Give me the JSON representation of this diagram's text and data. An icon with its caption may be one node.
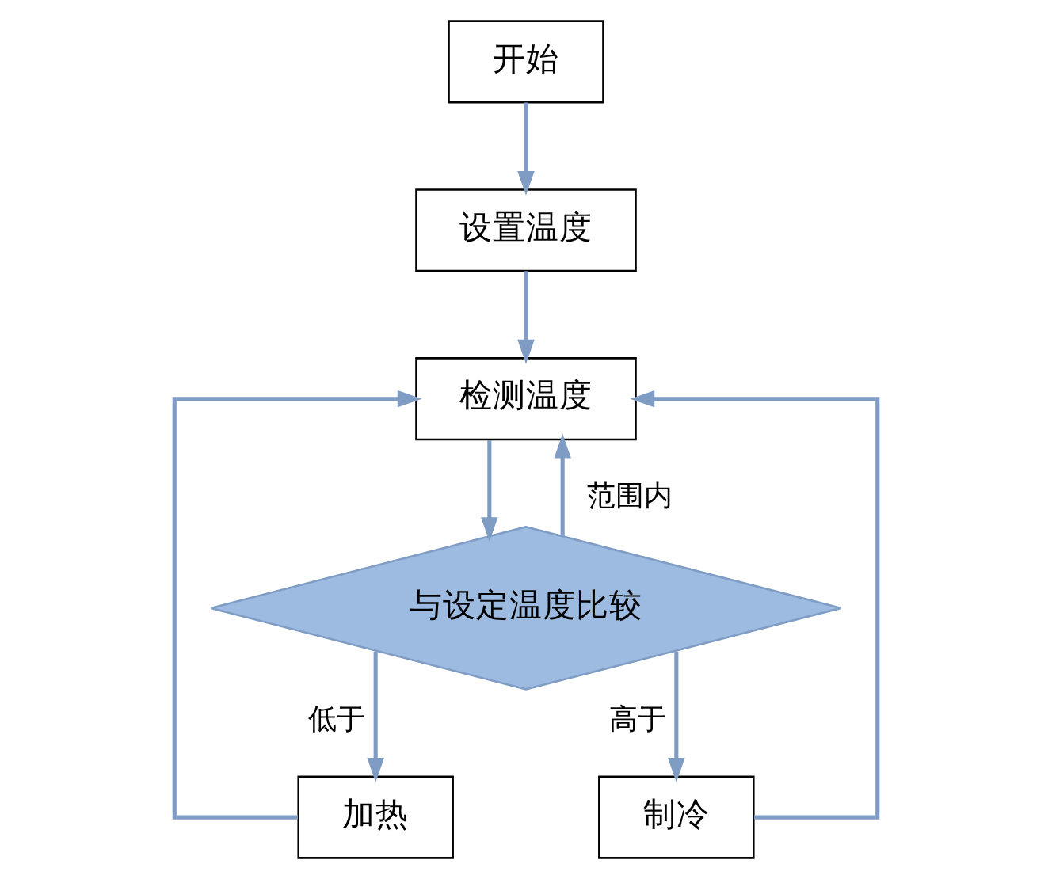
{
  "diagram": {
    "nodes": [
      {
        "text": [
          "开始"
        ]
      },
      {
        "text": [
          "设置温度"
        ]
      },
      {
        "text": [
          "检测温度"
        ]
      },
      {
        "text": [
          "与设定温度比较"
        ]
      },
      {
        "text": [
          "加热"
        ]
      },
      {
        "text": [
          "制冷"
        ]
      }
    ],
    "edges": [
      {
        "from": 0,
        "to": 1,
        "arrow": "to"
      },
      {
        "from": 1,
        "to": 2,
        "arrow": "to"
      },
      {
        "from": 2,
        "to": 3,
        "arrow": "to"
      },
      {
        "from": 3,
        "to": 4,
        "arrow": "to",
        "label": "低于"
      },
      {
        "from": 3,
        "to": 5,
        "arrow": "to",
        "label": "高于"
      },
      {
        "from": 4,
        "to": 2,
        "arrow": "to"
      },
      {
        "from": 5,
        "to": 2,
        "arrow": "to"
      },
      {
        "from": 3,
        "to": 2,
        "arrow": "to",
        "label": "范围内"
      }
    ]
  }
}
